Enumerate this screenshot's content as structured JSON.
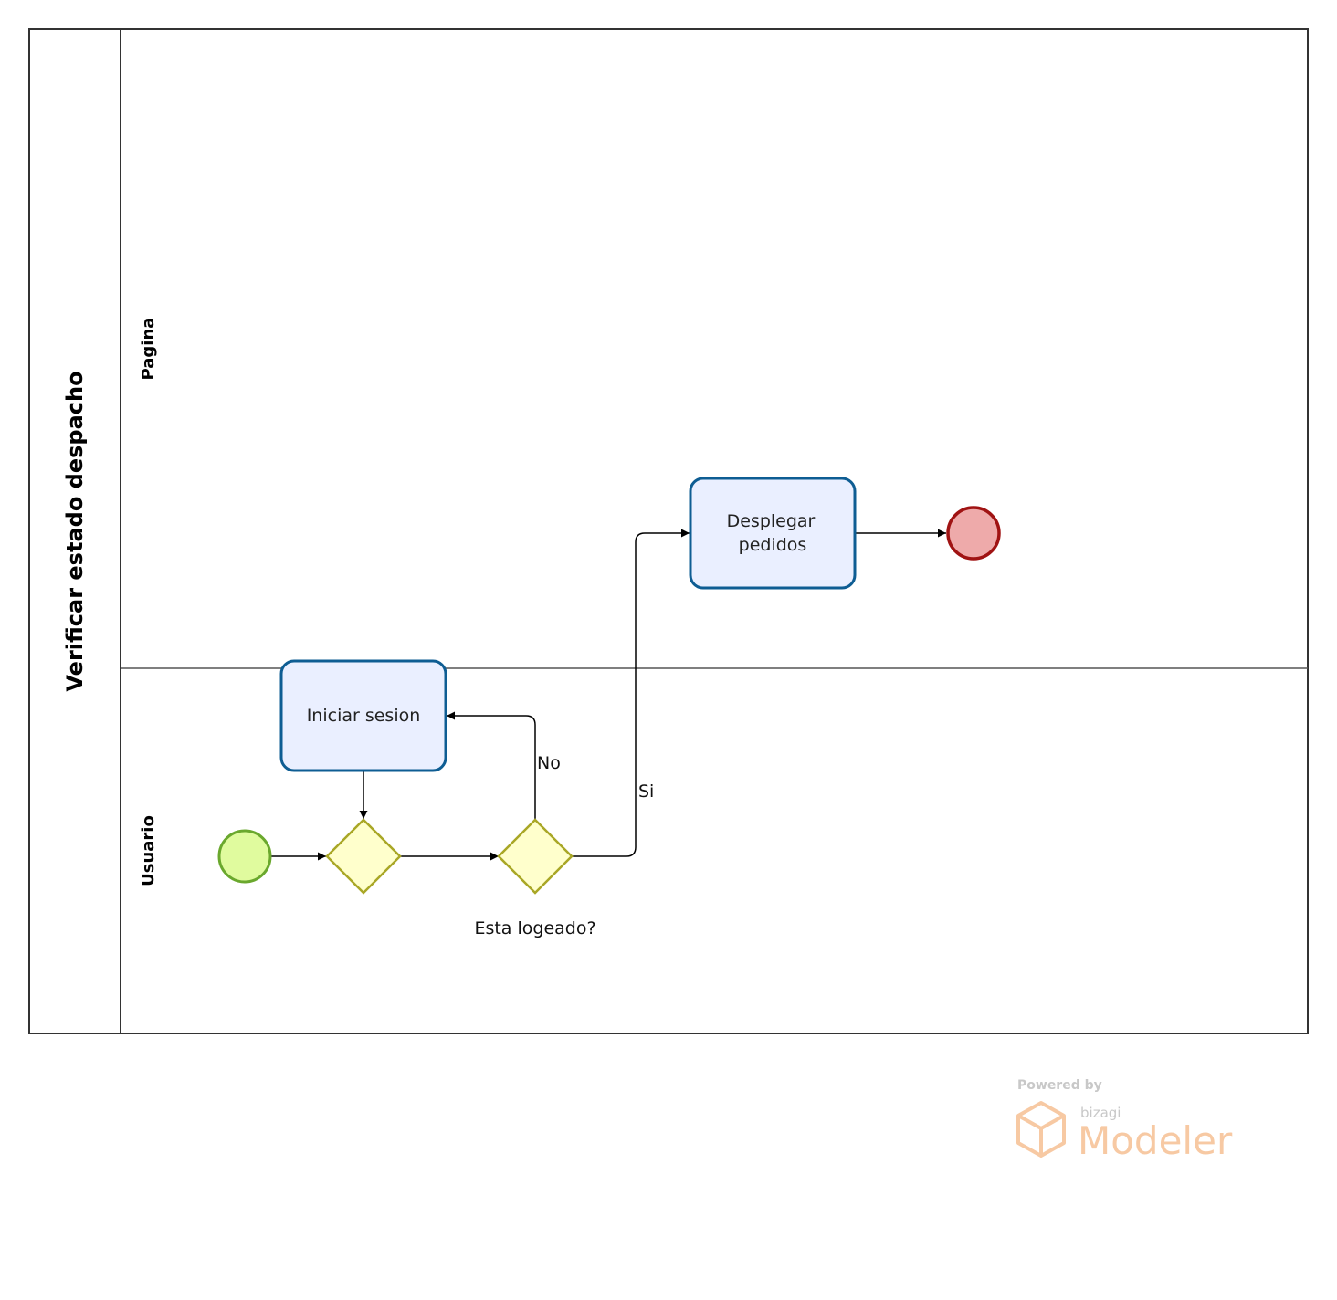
{
  "pool": {
    "title": "Verificar estado despacho"
  },
  "lanes": [
    {
      "id": "pagina",
      "title": "Pagina"
    },
    {
      "id": "usuario",
      "title": "Usuario"
    }
  ],
  "tasks": [
    {
      "id": "iniciar",
      "lines": [
        "Iniciar sesion"
      ]
    },
    {
      "id": "desplegar",
      "lines": [
        "Desplegar",
        "pedidos"
      ]
    }
  ],
  "gateways": [
    {
      "id": "merge",
      "label": ""
    },
    {
      "id": "logeado",
      "label": "Esta logeado?"
    }
  ],
  "flows": [
    {
      "id": "no",
      "label": "No"
    },
    {
      "id": "si",
      "label": "Si"
    }
  ],
  "colors": {
    "start_fill": "#e0fb9e",
    "start_stroke": "#6aa82d",
    "end_fill": "#eeaaaa",
    "end_stroke": "#a01313",
    "task_fill": "#eaefff",
    "task_stroke": "#0e5d93",
    "gateway_fill": "#ffffcc",
    "gateway_stroke": "#a9a726"
  },
  "watermark": {
    "powered": "Powered by",
    "brand": "bizagi",
    "product": "Modeler"
  }
}
